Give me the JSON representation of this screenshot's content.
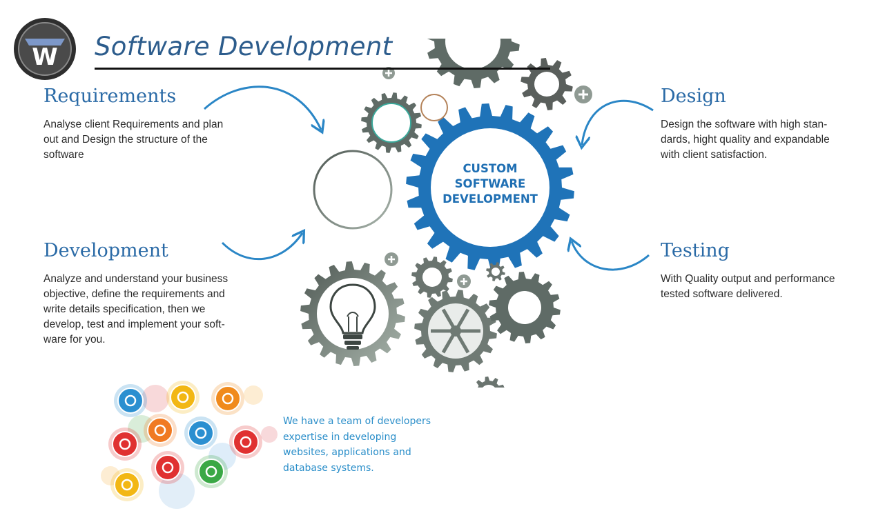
{
  "header": {
    "title": "Software Development",
    "logo_letter": "W"
  },
  "center": {
    "label": "CUSTOM\nSOFTWARE\nDEVELOPMENT"
  },
  "sections": {
    "requirements": {
      "title": "Requirements",
      "text": "Analyse client Requirements and plan\nout and Design the structure of the\nsoftware"
    },
    "development": {
      "title": "Development",
      "text": "Analyze and understand your business\nobjective, define the requirements and\nwrite details specification, then we\ndevelop, test and implement your soft-\nware for you."
    },
    "design": {
      "title": "Design",
      "text": "Design the software with high stan-\ndards, hight quality and expandable\nwith client satisfaction."
    },
    "testing": {
      "title": "Testing",
      "text": "With Quality output and performance\ntested software delivered."
    }
  },
  "team": {
    "text": "We have a team of developers\nexpertise in developing\nwebsites, applications and\ndatabase systems.",
    "icons": [
      {
        "name": "cloud-icon",
        "color": "#2b8fd0"
      },
      {
        "name": "sitemap-icon",
        "color": "#f2b714"
      },
      {
        "name": "lightbulb-icon",
        "color": "#f08a1c"
      },
      {
        "name": "handshake-icon",
        "color": "#f07a22"
      },
      {
        "name": "presentation-icon",
        "color": "#2b8fd0"
      },
      {
        "name": "cart-icon",
        "color": "#e03131"
      },
      {
        "name": "settings-icon",
        "color": "#e03131"
      },
      {
        "name": "support-icon",
        "color": "#e03131"
      },
      {
        "name": "search-icon",
        "color": "#3aa845"
      },
      {
        "name": "database-icon",
        "color": "#f2b714"
      }
    ]
  },
  "colors": {
    "accent_blue": "#2a6aa6",
    "gear_blue": "#1f73b8",
    "gear_grey": "#5f6b66",
    "text_blue": "#2a8ec9"
  }
}
